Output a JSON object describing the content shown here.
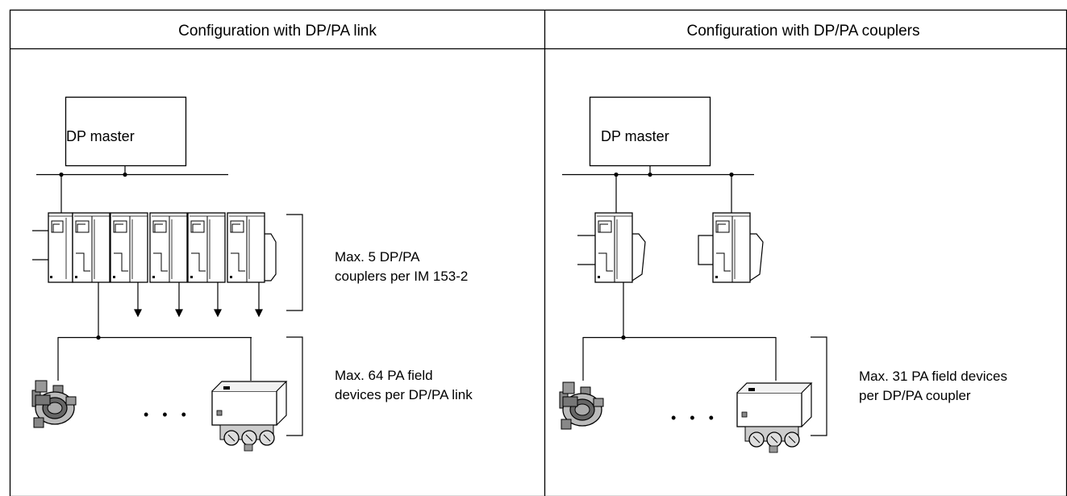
{
  "left_panel": {
    "header": "Configuration with DP/PA link",
    "master_label": "DP master",
    "coupler_note_line1": "Max. 5 DP/PA",
    "coupler_note_line2": "couplers per IM 153-2",
    "devices_note_line1": "Max. 64 PA field",
    "devices_note_line2": "devices per DP/PA link",
    "ellipsis": "•   •   •"
  },
  "right_panel": {
    "header": "Configuration with DP/PA couplers",
    "master_label": "DP master",
    "devices_note_line1": "Max. 31 PA field devices",
    "devices_note_line2": "per DP/PA coupler",
    "ellipsis": "•   •   •"
  },
  "icons": {
    "transmitter": "pressure-transmitter-icon",
    "positioner": "valve-positioner-icon",
    "module": "io-module-icon"
  }
}
